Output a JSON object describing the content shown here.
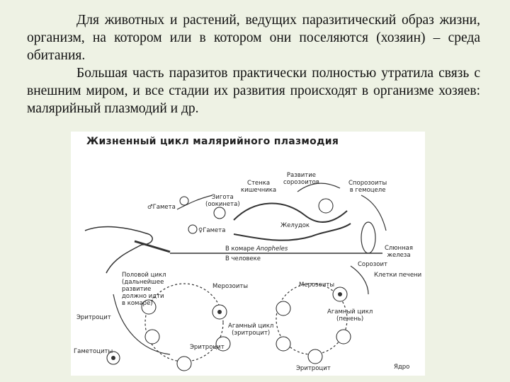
{
  "text": {
    "paragraph1": "Для животных и растений, ведущих паразитический образ жизни, организм, на котором или в котором они поселяются (хозяин) – среда обитания.",
    "paragraph2": "Большая часть паразитов практически полностью утратила связь с внешним миром, и все стадии их развития происходят в организме хозяев: малярийный плазмодий и др."
  },
  "diagram": {
    "title": "Жизненный цикл малярийного плазмодия",
    "labels": {
      "gamete_male": "♂Гамета",
      "gamete_female": "♀Гамета",
      "zygote_line1": "Зигота",
      "zygote_line2": "(оокинета)",
      "gut_wall_line1": "Стенка",
      "gut_wall_line2": "кишечника",
      "sporozoite_dev_line1": "Развитие",
      "sporozoite_dev_line2": "сорозоитов",
      "sporozoites_line1": "Спорозоиты",
      "sporozoites_line2": "в гемоцеле",
      "stomach": "Желудок",
      "salivary_line1": "Слюнная",
      "salivary_line2": "железа",
      "in_mosquito_prefix": "В комаре ",
      "in_mosquito_genus": "Anopheles",
      "in_human": "В человеке",
      "sporozoite": "Сорозоит",
      "liver_cells": "Клетки печени",
      "sexual_line1": "Половой цикл",
      "sexual_line2": "(дальнейшее",
      "sexual_line3": "развитие",
      "sexual_line4": "должно идти",
      "sexual_line5": "в комаре)",
      "merozoites_left": "Мерозоиты",
      "merozoites_right": "Мерозоиты",
      "erythrocyte_left": "Эритроцит",
      "erythrocyte_mid": "Эритроцит",
      "erythrocyte_bottom": "Эритроцит",
      "asexual_ery_line1": "Агамный цикл",
      "asexual_ery_line2": "(эритроцит)",
      "asexual_liver_line1": "Агамный цикл",
      "asexual_liver_line2": "(печень)",
      "gametocytes": "Гаметоциты",
      "nucleus": "Ядро"
    }
  }
}
